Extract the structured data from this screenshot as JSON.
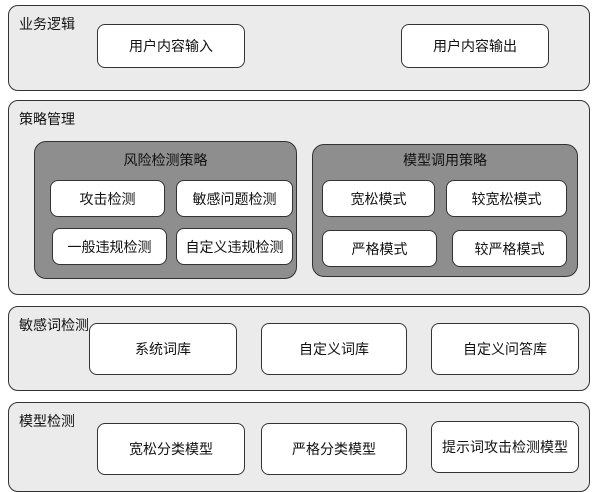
{
  "business_logic": {
    "title": "业务逻辑",
    "items": [
      "用户内容输入",
      "用户内容输出"
    ]
  },
  "strategy_management": {
    "title": "策略管理",
    "risk_detection": {
      "title": "风险检测策略",
      "items": [
        "攻击检测",
        "敏感问题检测",
        "一般违规检测",
        "自定义违规检测"
      ]
    },
    "model_invocation": {
      "title": "模型调用策略",
      "items": [
        "宽松模式",
        "较宽松模式",
        "严格模式",
        "较严格模式"
      ]
    }
  },
  "sensitive_word_detection": {
    "title": "敏感词检测",
    "items": [
      "系统词库",
      "自定义词库",
      "自定义问答库"
    ]
  },
  "model_detection": {
    "title": "模型检测",
    "items": [
      "宽松分类模型",
      "严格分类模型",
      "提示词攻击检测模型"
    ]
  }
}
